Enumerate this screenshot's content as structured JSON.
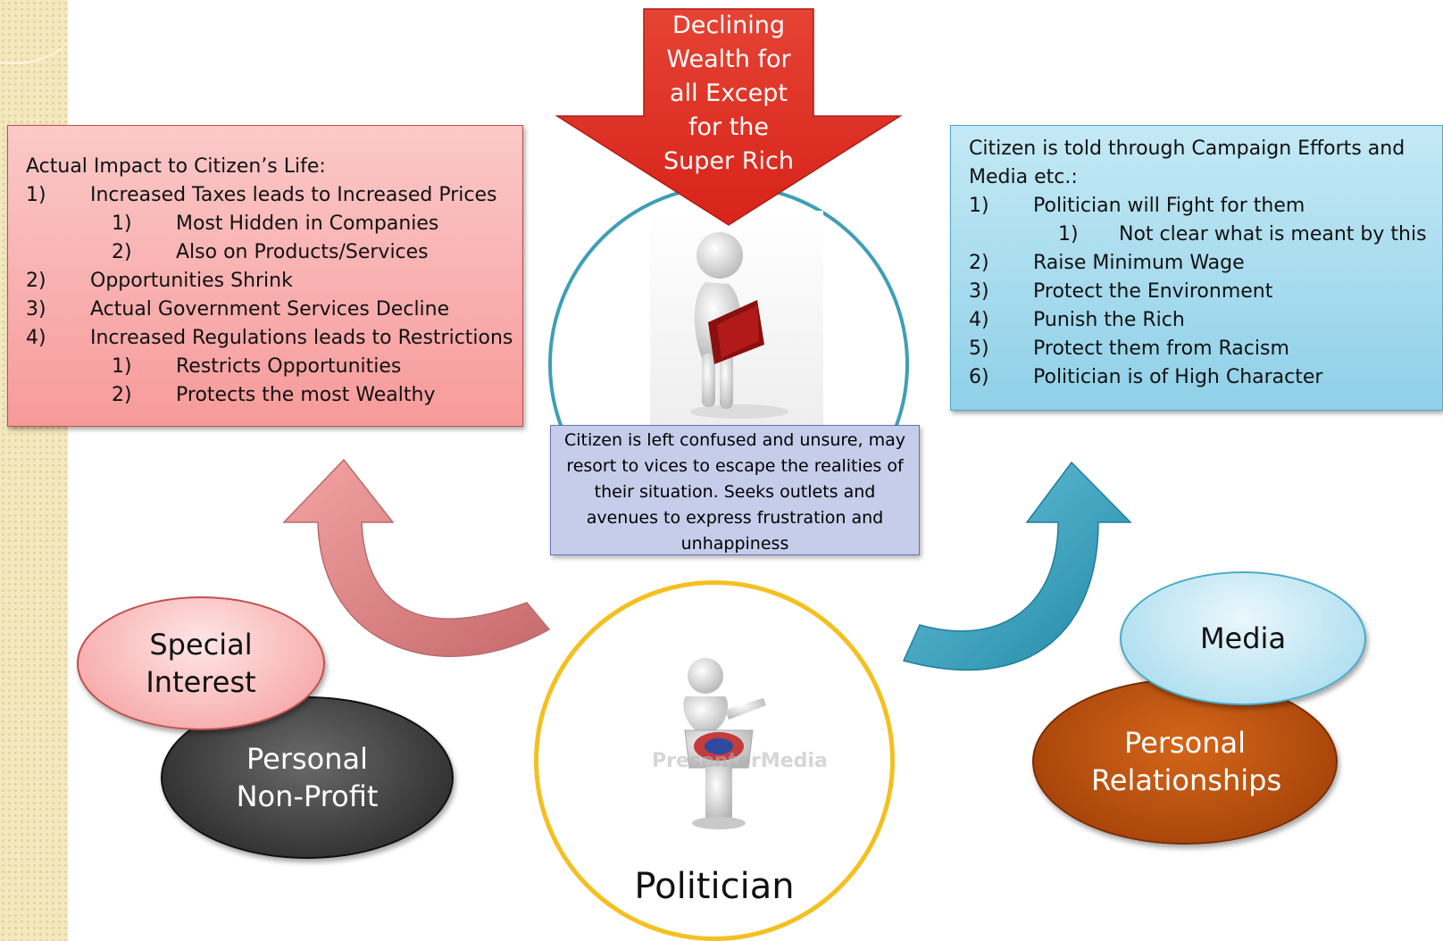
{
  "arrow": {
    "lines": [
      "Declining",
      "Wealth for",
      "all Except",
      "for the",
      "Super Rich"
    ]
  },
  "left_panel": {
    "heading": "Actual Impact to Citizen’s Life:",
    "items": [
      {
        "num": "1)",
        "text": "Increased Taxes leads to Increased Prices",
        "sub": false
      },
      {
        "num": "1)",
        "text": "Most Hidden in Companies",
        "sub": true
      },
      {
        "num": "2)",
        "text": "Also on Products/Services",
        "sub": true
      },
      {
        "num": "2)",
        "text": "Opportunities Shrink",
        "sub": false
      },
      {
        "num": "3)",
        "text": "Actual Government Services Decline",
        "sub": false
      },
      {
        "num": "4)",
        "text": "Increased Regulations leads to Restrictions",
        "sub": false
      },
      {
        "num": "1)",
        "text": "Restricts Opportunities",
        "sub": true
      },
      {
        "num": "2)",
        "text": "Protects the most Wealthy",
        "sub": true
      }
    ]
  },
  "right_panel": {
    "heading": "Citizen is told through Campaign Efforts and Media etc.:",
    "items": [
      {
        "num": "1)",
        "text": "Politician will Fight for them",
        "sub": false
      },
      {
        "num": "1)",
        "text": "Not clear what is meant by this",
        "sub": true
      },
      {
        "num": "2)",
        "text": "Raise Minimum Wage",
        "sub": false
      },
      {
        "num": "3)",
        "text": "Protect the Environment",
        "sub": false
      },
      {
        "num": "4)",
        "text": "Punish the Rich",
        "sub": false
      },
      {
        "num": "5)",
        "text": "Protect them from Racism",
        "sub": false
      },
      {
        "num": "6)",
        "text": "Politician is of High Character",
        "sub": false
      }
    ]
  },
  "center": {
    "caption": "Citizen is left confused and unsure, may resort to vices to escape the realities of their situation. Seeks outlets and avenues to express frustration and unhappiness"
  },
  "politician": {
    "label": "Politician",
    "watermark": "PresenterMedia"
  },
  "ovals": {
    "special_interest": "Special Interest",
    "personal_nonprofit": "Personal Non-Profit",
    "media": "Media",
    "personal_relationships": "Personal Relationships"
  },
  "colors": {
    "red_arrow": "#e63a2e",
    "pink_panel": "#f79a9a",
    "blue_panel": "#8fd0e8",
    "circle_teal": "#3e9fb6",
    "circle_gold": "#f4c020",
    "pink_curve_arrow": "#d9787a",
    "teal_curve_arrow": "#2fa0bd"
  }
}
